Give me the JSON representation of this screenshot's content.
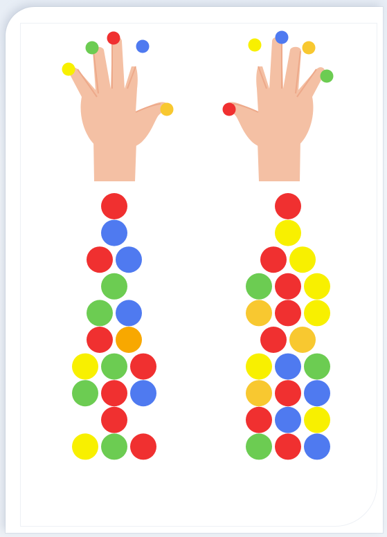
{
  "colors": {
    "red": "#f03030",
    "blue": "#4f7af0",
    "green": "#6ccc52",
    "yellow": "#f8f000",
    "orange": "#f8a800",
    "amber": "#f8c830",
    "skin": "#f4c0a4",
    "skin_shade": "#eda98a"
  },
  "left_hand": {
    "fingertips": [
      {
        "finger": "pinky",
        "color": "yellow"
      },
      {
        "finger": "ring",
        "color": "green"
      },
      {
        "finger": "middle",
        "color": "red"
      },
      {
        "finger": "index",
        "color": "blue"
      },
      {
        "finger": "thumb",
        "color": "amber"
      }
    ]
  },
  "right_hand": {
    "fingertips": [
      {
        "finger": "thumb",
        "color": "red"
      },
      {
        "finger": "index",
        "color": "yellow"
      },
      {
        "finger": "middle",
        "color": "blue"
      },
      {
        "finger": "ring",
        "color": "amber"
      },
      {
        "finger": "pinky",
        "color": "green"
      }
    ]
  },
  "left_sequence": [
    [
      "red"
    ],
    [
      "blue"
    ],
    [
      "red",
      "blue"
    ],
    [
      "green"
    ],
    [
      "green",
      "blue"
    ],
    [
      "red",
      "orange"
    ],
    [
      "yellow",
      "green",
      "red"
    ],
    [
      "green",
      "red",
      "blue"
    ],
    [
      "red"
    ],
    [
      "yellow",
      "green",
      "red"
    ]
  ],
  "right_sequence": [
    [
      "red"
    ],
    [
      "yellow"
    ],
    [
      "red",
      "yellow"
    ],
    [
      "green",
      "red",
      "yellow"
    ],
    [
      "amber",
      "red",
      "yellow"
    ],
    [
      "red",
      "amber"
    ],
    [
      "yellow",
      "blue",
      "green"
    ],
    [
      "amber",
      "red",
      "blue"
    ],
    [
      "red",
      "blue",
      "yellow"
    ],
    [
      "green",
      "red",
      "blue"
    ]
  ]
}
